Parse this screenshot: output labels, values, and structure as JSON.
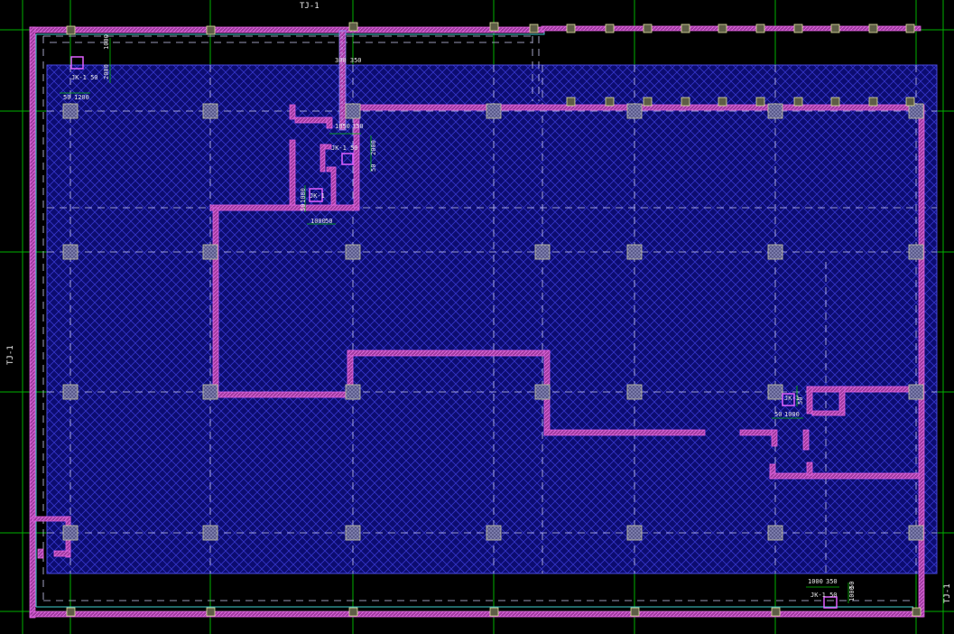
{
  "drawing": {
    "axis_tag_top": "TJ-1",
    "axis_tag_left": "TJ-1",
    "axis_tag_right": "TJ-1",
    "pit_labels": [
      "JK-1 50",
      "JK-1 50",
      "JK-1",
      "JK-1",
      "JK-1 50"
    ],
    "dimension_labels": [
      "1000",
      "2000",
      "50",
      "1200",
      "300 350",
      "1050",
      "350",
      "2000",
      "50",
      "1000",
      "50",
      "1000",
      "50",
      "50",
      "50",
      "1000",
      "1000",
      "350",
      "1000",
      "50"
    ],
    "colors": {
      "background": "#000000",
      "slab_fill": "#10107a",
      "hatch": "#3a3ad0",
      "wall": "#c040c0",
      "axis_grid": "#00c000",
      "column_fill": "#606090",
      "column_edge": "#d0d0a0",
      "dashed_line": "#d0d0ff"
    }
  }
}
